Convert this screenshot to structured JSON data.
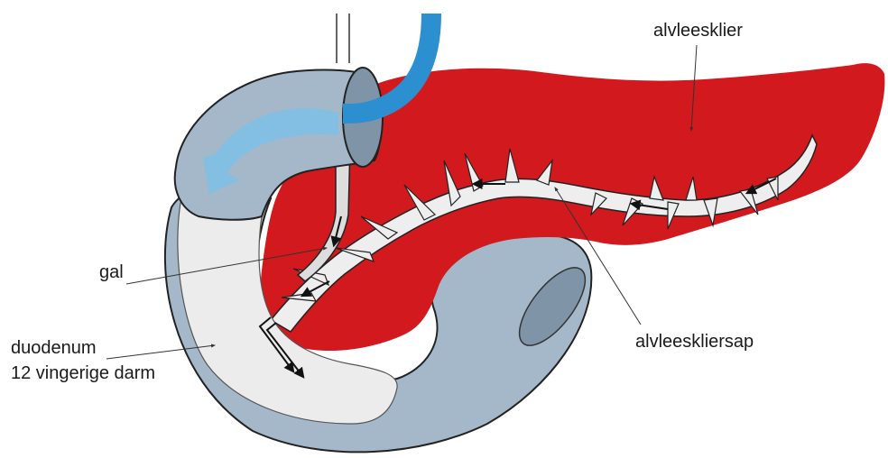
{
  "labels": {
    "pancreas": "alvleesklier",
    "bile": "gal",
    "duodenum_line1": "duodenum",
    "duodenum_line2": "12 vingerige darm",
    "pancreatic_juice": "alvleeskliersap"
  },
  "colors": {
    "pancreas": "#d21a1e",
    "duodenum_wall": "#a4b8c9",
    "duodenum_wall_dark": "#7f94a6",
    "duodenum_lumen": "#ececec",
    "pancreatic_duct": "#eeeeee",
    "bile_duct": "#dddddd",
    "blue_vessel": "#2b8fd0",
    "flow_arrow": "#7cc0e6",
    "outline": "#222222"
  },
  "icons": {
    "flow_arrow": "curved-flow-arrow-icon",
    "juice_arrows": "arrow-icon"
  }
}
